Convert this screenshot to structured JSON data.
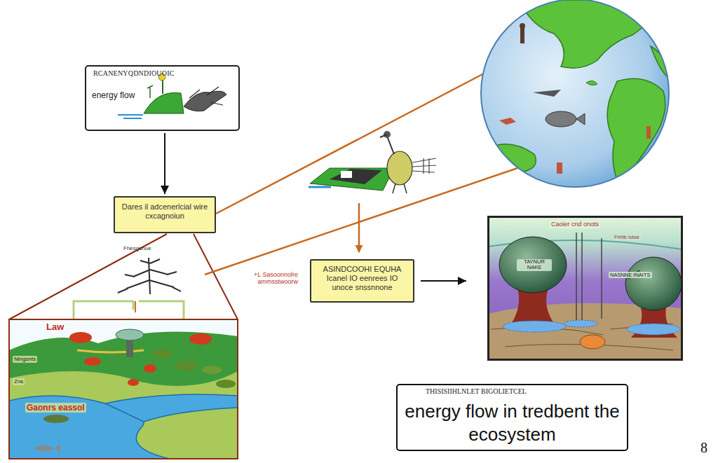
{
  "diagram": {
    "nodes": [
      {
        "text": [
          "RCANENYQDNDIOUOIC",
          "energy flow"
        ]
      },
      {
        "text": [
          "Dares il adcenerlcial wire cxcagnoiun"
        ]
      },
      {
        "text": [
          "Law",
          "Gaonrs eassol"
        ]
      },
      {
        "text": [
          "ASINDCOOHI EQUHA Icanel IO eenrees IO unoce snssnnone"
        ]
      },
      {
        "text": [
          "Caoier cnd onots"
        ]
      },
      {
        "text": [
          "THISISIIHLNLET BIGOLIETCEL",
          "energy flow in tredbent the ecosystem"
        ]
      }
    ],
    "edges": [
      {
        "from": 0,
        "to": 1,
        "arrow": "to"
      },
      {
        "from": 3,
        "to": 4,
        "arrow": "to"
      }
    ],
    "labels": [
      "Fhesgsnue",
      "+L Sasoonnolre ammsstwoorw",
      "Ningsnts",
      "Zns",
      "Frtrtb lotse",
      "TAYNUR NAKE",
      "NASNNE INAITS",
      "8"
    ]
  }
}
